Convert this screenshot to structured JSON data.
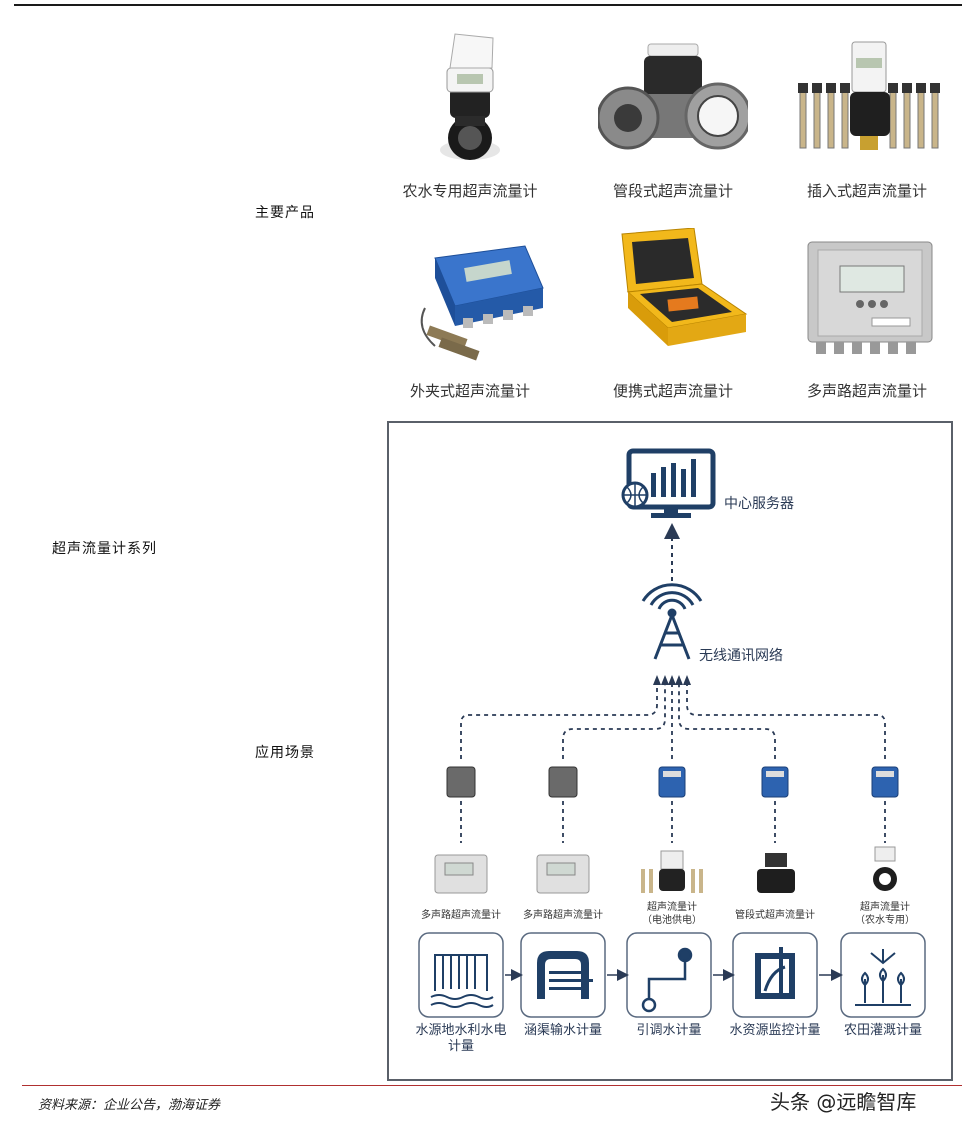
{
  "left_labels": {
    "main_products": "主要产品",
    "series": "超声流量计系列",
    "scenarios": "应用场景"
  },
  "products": [
    {
      "caption": "农水专用超声流量计",
      "icon": "water-meter-with-lid"
    },
    {
      "caption": "管段式超声流量计",
      "icon": "flanged-pipe-meter"
    },
    {
      "caption": "插入式超声流量计",
      "icon": "insertion-probes-meter"
    },
    {
      "caption": "外夹式超声流量计",
      "icon": "clamp-on-blue-box"
    },
    {
      "caption": "便携式超声流量计",
      "icon": "yellow-portable-case"
    },
    {
      "caption": "多声路超声流量计",
      "icon": "multi-path-grey-box"
    }
  ],
  "diagram": {
    "server_label": "中心服务器",
    "network_label": "无线通讯网络",
    "devices": [
      {
        "label": "多声路超声流量计"
      },
      {
        "label": "多声路超声流量计"
      },
      {
        "label": "超声流量计\n（电池供电）"
      },
      {
        "label": "管段式超声流量计"
      },
      {
        "label": "超声流量计\n（农水专用）"
      }
    ],
    "stages": [
      {
        "label": "水源地水利水电\n计量",
        "icon": "reservoir-dam-icon"
      },
      {
        "label": "涵渠输水计量",
        "icon": "culvert-icon"
      },
      {
        "label": "引调水计量",
        "icon": "water-diversion-icon"
      },
      {
        "label": "水资源监控计量",
        "icon": "water-monitoring-icon"
      },
      {
        "label": "农田灌溉计量",
        "icon": "irrigation-icon"
      }
    ],
    "colors": {
      "navy": "#1f3f66",
      "line": "#2a3a55",
      "blue_device": "#2d63b0"
    }
  },
  "footer": {
    "source": "资料来源：企业公告，渤海证券",
    "watermark": "头条 @远瞻智库"
  }
}
